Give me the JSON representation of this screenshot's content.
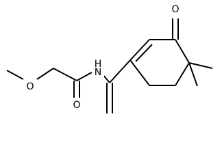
{
  "molecule": {
    "atom_labels": {
      "ketone_oxygen": "O",
      "ether_oxygen": "O",
      "amide_nitrogen": "N",
      "amide_hydrogen": "H",
      "amide_oxygen": "O"
    }
  }
}
